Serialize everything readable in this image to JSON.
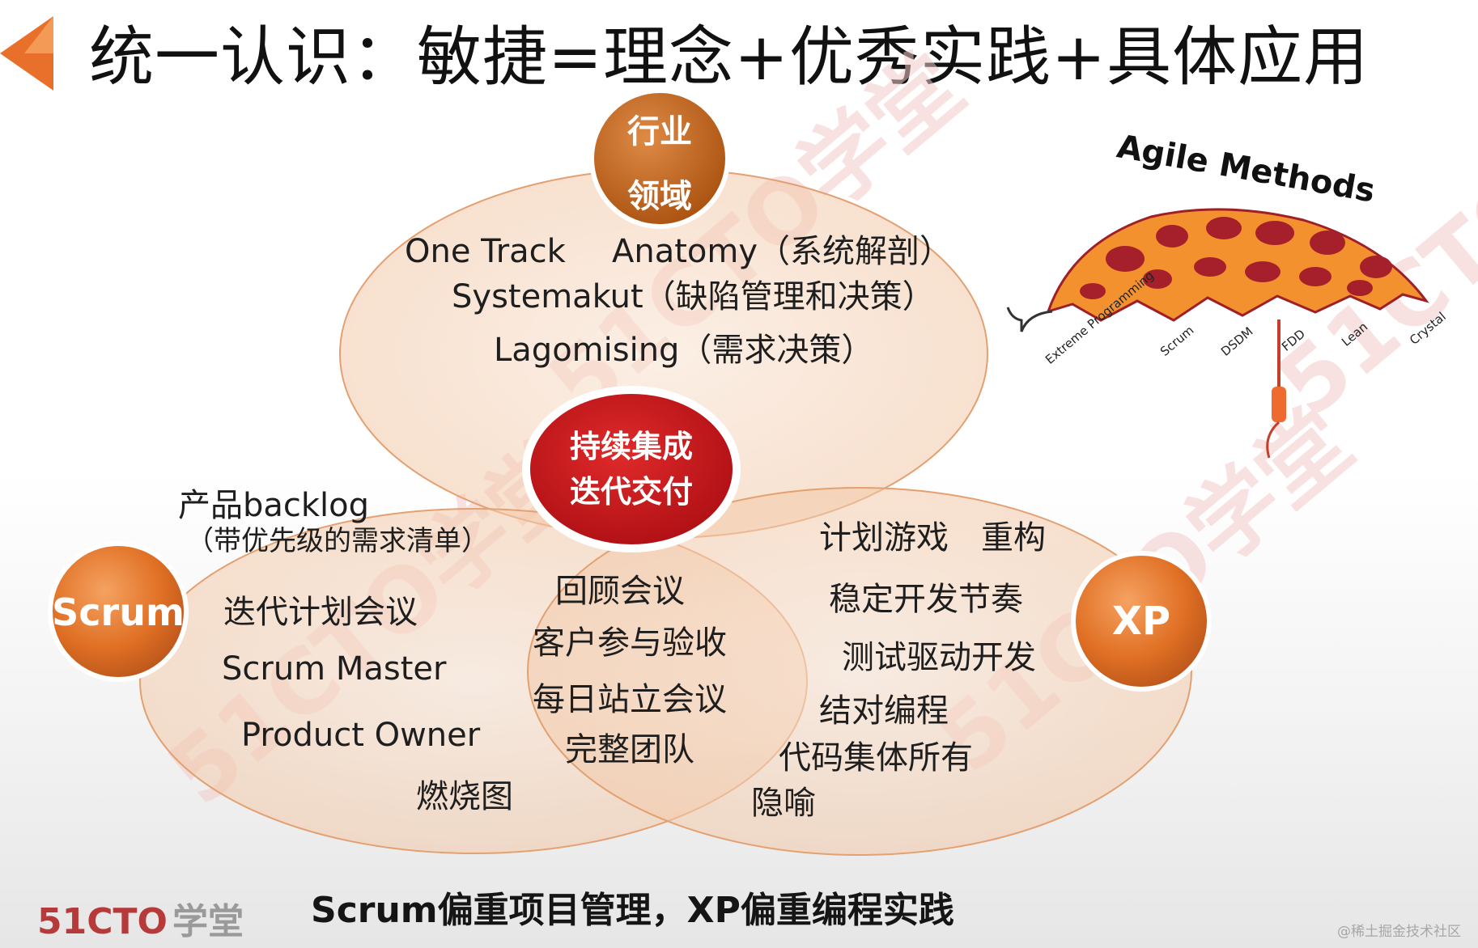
{
  "title": "统一认识：敏捷=理念+优秀实践+具体应用",
  "badges": {
    "industry_line1": "行业",
    "industry_line2": "领域",
    "center_line1": "持续集成",
    "center_line2": "迭代交付",
    "scrum": "Scrum",
    "xp": "XP"
  },
  "industry_items": [
    "One Track",
    "Anatomy（系统解剖）",
    "Systemakut（缺陷管理和决策）",
    "Lagomising（需求决策）"
  ],
  "scrum_items": [
    "产品backlog",
    "（带优先级的需求清单）",
    "迭代计划会议",
    "Scrum Master",
    "Product Owner",
    "燃烧图"
  ],
  "shared_items": [
    "回顾会议",
    "客户参与验收",
    "每日站立会议",
    "完整团队"
  ],
  "xp_items": [
    "计划游戏",
    "重构",
    "稳定开发节奏",
    "测试驱动开发",
    "结对编程",
    "代码集体所有",
    "隐喻"
  ],
  "umbrella": {
    "title": "Agile Methods",
    "labels": [
      "Extreme Programming",
      "Scrum",
      "DSDM",
      "FDD",
      "Lean",
      "Crystal"
    ]
  },
  "caption": "Scrum偏重项目管理，XP偏重编程实践",
  "logo": {
    "latin": "51CTO",
    "cn": "学堂"
  },
  "footnote": "@稀土掘金技术社区",
  "colors": {
    "accent_orange": "#e87628",
    "badge_dark_orange": "#c65f15",
    "center_red": "#c0141b",
    "ellipse_fill": "#f6d6bf",
    "ellipse_stroke": "#e3a070"
  }
}
